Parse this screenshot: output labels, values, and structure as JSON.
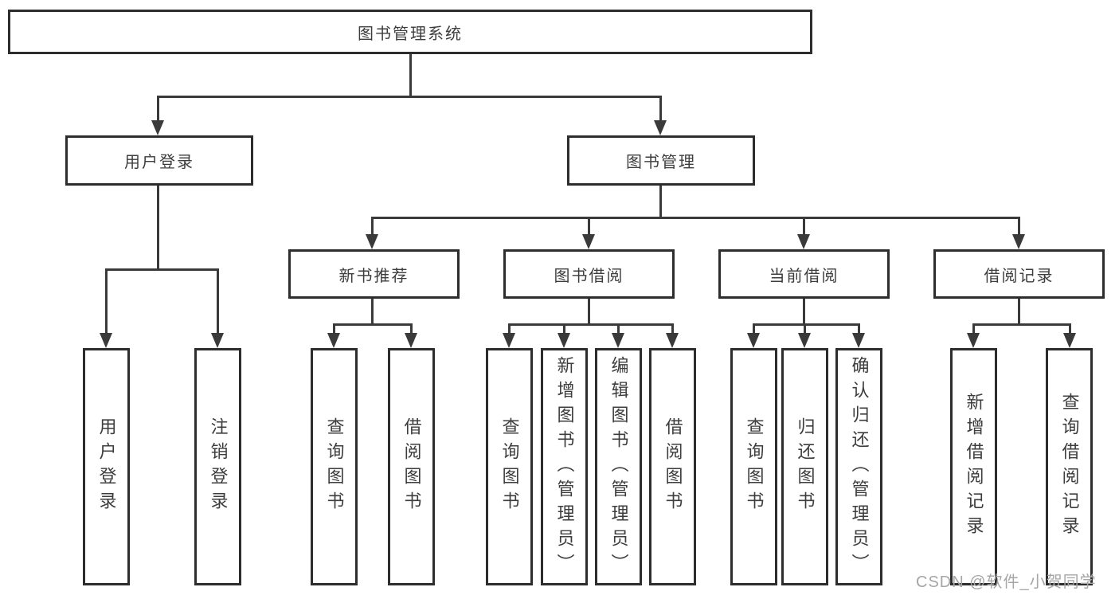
{
  "diagram": {
    "root": "图书管理系统",
    "level2": {
      "user_login": "用户登录",
      "book_manage": "图书管理"
    },
    "level3": {
      "recommend": "新书推荐",
      "borrow": "图书借阅",
      "current": "当前借阅",
      "records": "借阅记录"
    },
    "leaves": {
      "login": [
        "用户登录",
        "注销登录"
      ],
      "recommend": [
        "查询图书",
        "借阅图书"
      ],
      "borrow": [
        "查询图书",
        "新增图书（管理员）",
        "编辑图书（管理员）",
        "借阅图书"
      ],
      "current": [
        "查询图书",
        "归还图书",
        "确认归还（管理员）"
      ],
      "records": [
        "新增借阅记录",
        "查询借阅记录"
      ]
    }
  },
  "watermark": "CSDN @软件_小贺同学",
  "colors": {
    "line": "#3a3a3a",
    "border": "#2d2d2d",
    "text": "#3d3d3d",
    "watermark": "#a6a6a6",
    "background": "#ffffff"
  }
}
